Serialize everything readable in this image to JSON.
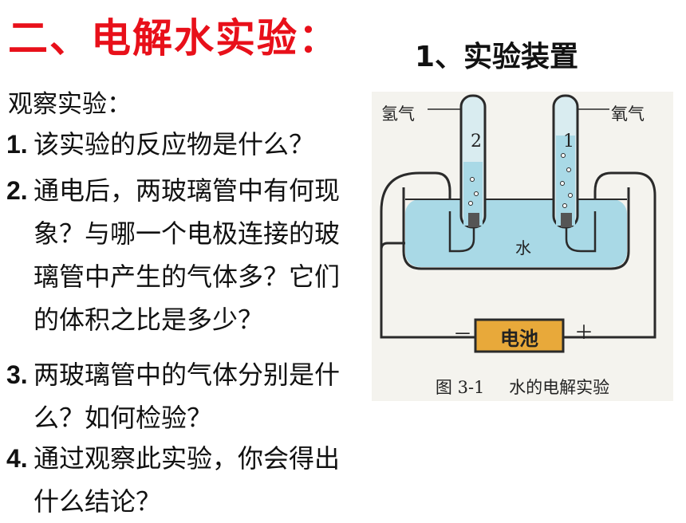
{
  "title": "二、电解水实验：",
  "subtitle": "1、实验装置",
  "observe_label": "观察实验：",
  "questions": [
    {
      "num": "1.",
      "text": "该实验的反应物是什么？"
    },
    {
      "num": "2.",
      "text": "通电后，两玻璃管中有何现象？与哪一个电极连接的玻璃管中产生的气体多？它们的体积之比是多少？"
    },
    {
      "num": "3.",
      "text": "两玻璃管中的气体分别是什么？如何检验？"
    },
    {
      "num": "4.",
      "text": "通过观察此实验，你会得出什么结论？"
    }
  ],
  "figure": {
    "gas_left": "氢气",
    "gas_right": "氧气",
    "tube_left_num": "2",
    "tube_right_num": "1",
    "water_label": "水",
    "battery_label": "电池",
    "minus": "－",
    "plus": "＋",
    "caption_no": "图 3-1",
    "caption_text": "水的电解实验",
    "colors": {
      "water": "#a9d9e6",
      "battery": "#e8a93a",
      "wire": "#2a2a2a"
    }
  }
}
